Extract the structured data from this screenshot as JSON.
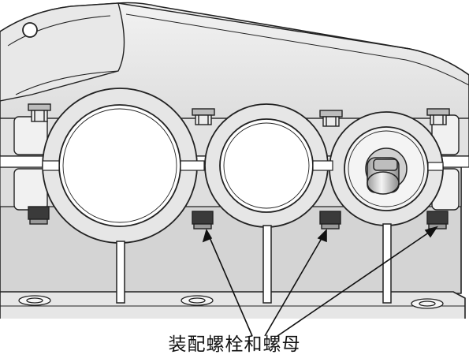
{
  "figure": {
    "caption": "装配螺栓和螺母",
    "colors": {
      "housing_fill": "#d8d8d8",
      "light_fill": "#efefef",
      "shadow_fill": "#b4b4b4",
      "outline": "#222222",
      "background": "#ffffff"
    },
    "parts": {
      "bolt_count": 4,
      "bearing_bore_count": 3,
      "callout_arrow_count": 3
    }
  }
}
